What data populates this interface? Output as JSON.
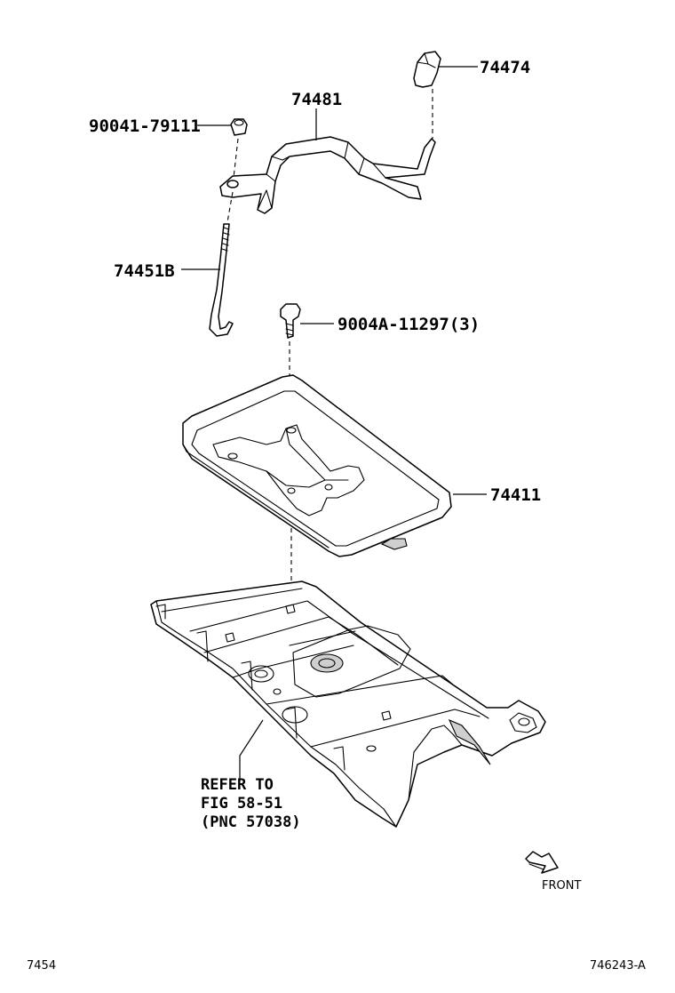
{
  "diagram": {
    "parts": [
      {
        "id": "p74474",
        "label": "74474"
      },
      {
        "id": "p74481",
        "label": "74481"
      },
      {
        "id": "p90041",
        "label": "90041-79111"
      },
      {
        "id": "p74451b",
        "label": "74451B"
      },
      {
        "id": "p9004a",
        "label": "9004A-11297(3)"
      },
      {
        "id": "p74411",
        "label": "74411"
      }
    ],
    "note": {
      "line1": "REFER TO",
      "line2": "FIG 58-51",
      "line3": "(PNC 57038)"
    },
    "front_label": "FRONT",
    "page_code_left": "7454",
    "page_code_right": "746243-A"
  }
}
